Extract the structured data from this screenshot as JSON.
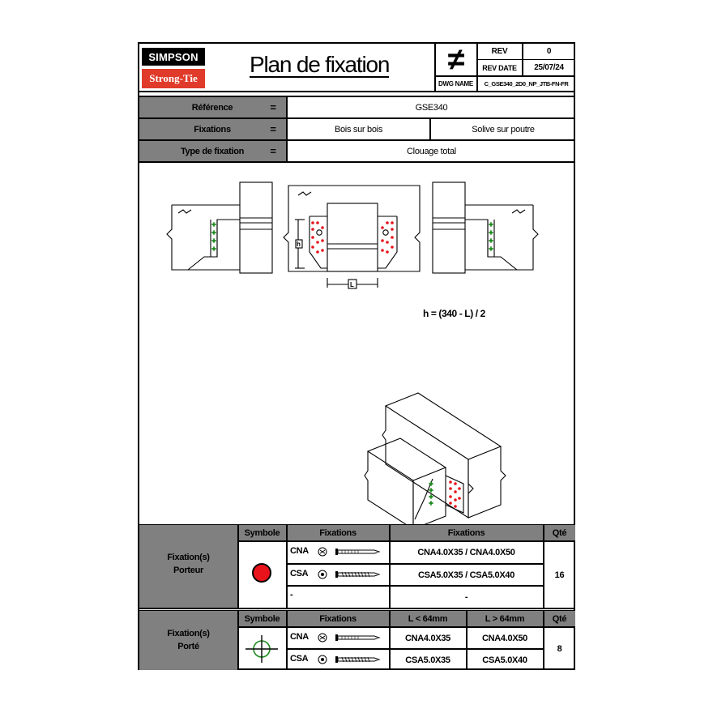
{
  "header": {
    "brand_top": "SIMPSON",
    "brand_bottom": "Strong-Tie",
    "title": "Plan de fixation",
    "symbol": "≠",
    "rev_label": "REV",
    "rev_value": "0",
    "rev_date_label": "REV DATE",
    "rev_date_value": "25/07/24",
    "dwg_name_label": "DWG NAME",
    "dwg_name_value": "C_GSE340_2D0_NP_JTB-FN-FR"
  },
  "info": {
    "reference_label": "Référence",
    "reference_value": "GSE340",
    "fixations_label": "Fixations",
    "fixations_value_1": "Bois sur bois",
    "fixations_value_2": "Solive sur poutre",
    "type_label": "Type de fixation",
    "type_value": "Clouage total",
    "equals": "="
  },
  "drawing": {
    "formula": "h = (340 - L) / 2",
    "dim_h": "h",
    "dim_l": "L",
    "colors": {
      "porteur": "#e8131b",
      "porte": "#1e8a1e"
    }
  },
  "table_porteur": {
    "group_label_1": "Fixation(s)",
    "group_label_2": "Porteur",
    "symbol_header": "Symbole",
    "fixations_header": "Fixations",
    "fixations_header_2": "Fixations",
    "qty_header": "Qté",
    "rows": [
      {
        "type": "CNA",
        "ref": "CNA4.0X35 / CNA4.0X50"
      },
      {
        "type": "CSA",
        "ref": "CSA5.0X35 / CSA5.0X40"
      },
      {
        "type": "-",
        "ref": "-"
      }
    ],
    "qty": "16"
  },
  "table_porte": {
    "group_label_1": "Fixation(s)",
    "group_label_2": "Porté",
    "symbol_header": "Symbole",
    "fixations_header": "Fixations",
    "l_small_header": "L < 64mm",
    "l_large_header": "L > 64mm",
    "qty_header": "Qté",
    "rows": [
      {
        "type": "CNA",
        "small": "CNA4.0X35",
        "large": "CNA4.0X50"
      },
      {
        "type": "CSA",
        "small": "CSA5.0X35",
        "large": "CSA5.0X40"
      }
    ],
    "qty": "8"
  }
}
